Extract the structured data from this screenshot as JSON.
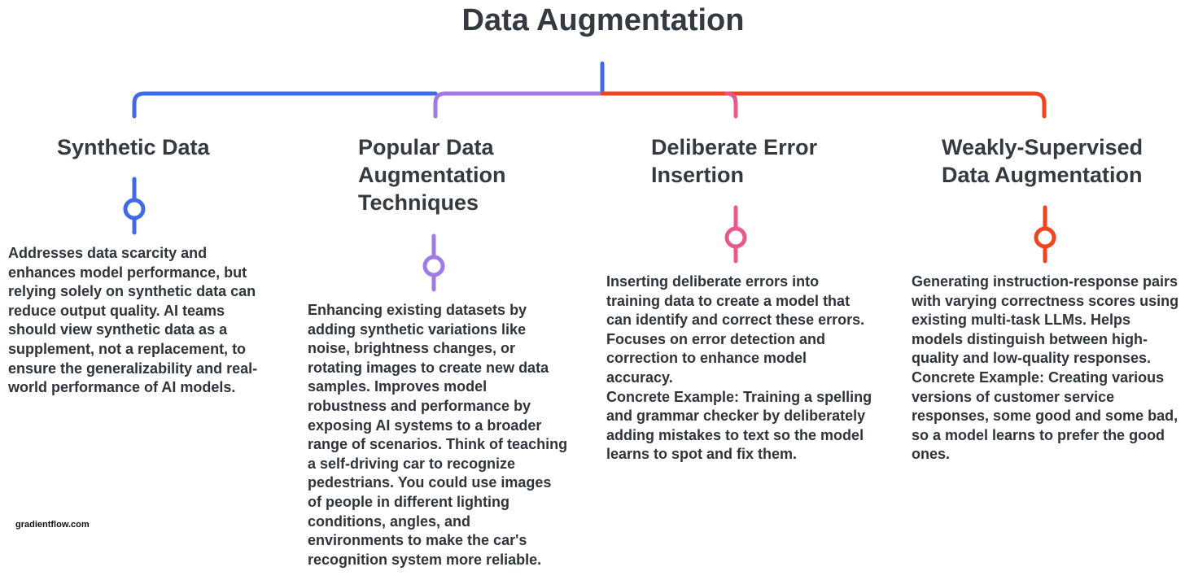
{
  "title": "Data Augmentation",
  "colors": {
    "blue": "#3f6be8",
    "purple": "#a07ae6",
    "pink": "#e8588a",
    "red": "#f0441f"
  },
  "branches": [
    {
      "heading": "Synthetic Data",
      "text": [
        "Addresses data scarcity and enhances model performance, but relying solely on synthetic data can reduce output quality. AI teams should view synthetic data as a supplement, not a replacement, to ensure the generalizability and real-world performance of AI models."
      ]
    },
    {
      "heading": "Popular Data Augmentation Techniques",
      "text": [
        "Enhancing existing datasets by adding synthetic variations like noise, brightness changes, or rotating images to create new data samples. Improves model robustness and performance by exposing AI systems to a broader range of scenarios. Think of teaching a self-driving car to recognize pedestrians. You could use images of people in different lighting conditions, angles, and environments to make the car's recognition system more reliable."
      ]
    },
    {
      "heading": "Deliberate Error Insertion",
      "text": [
        "Inserting deliberate errors into training data to create a model that can identify and correct these errors. Focuses on error detection and correction to enhance model accuracy.",
        "Concrete Example: Training a spelling and grammar checker by deliberately adding mistakes to text so the model learns to spot and fix them."
      ]
    },
    {
      "heading": "Weakly-Supervised Data Augmentation",
      "text": [
        "Generating instruction-response pairs with varying correctness scores using existing multi-task LLMs. Helps models distinguish between high-quality and low-quality responses.",
        "Concrete Example: Creating various versions of customer service responses, some good and some bad, so a model learns to prefer the good ones."
      ]
    }
  ],
  "brand": "gradientflow.com"
}
